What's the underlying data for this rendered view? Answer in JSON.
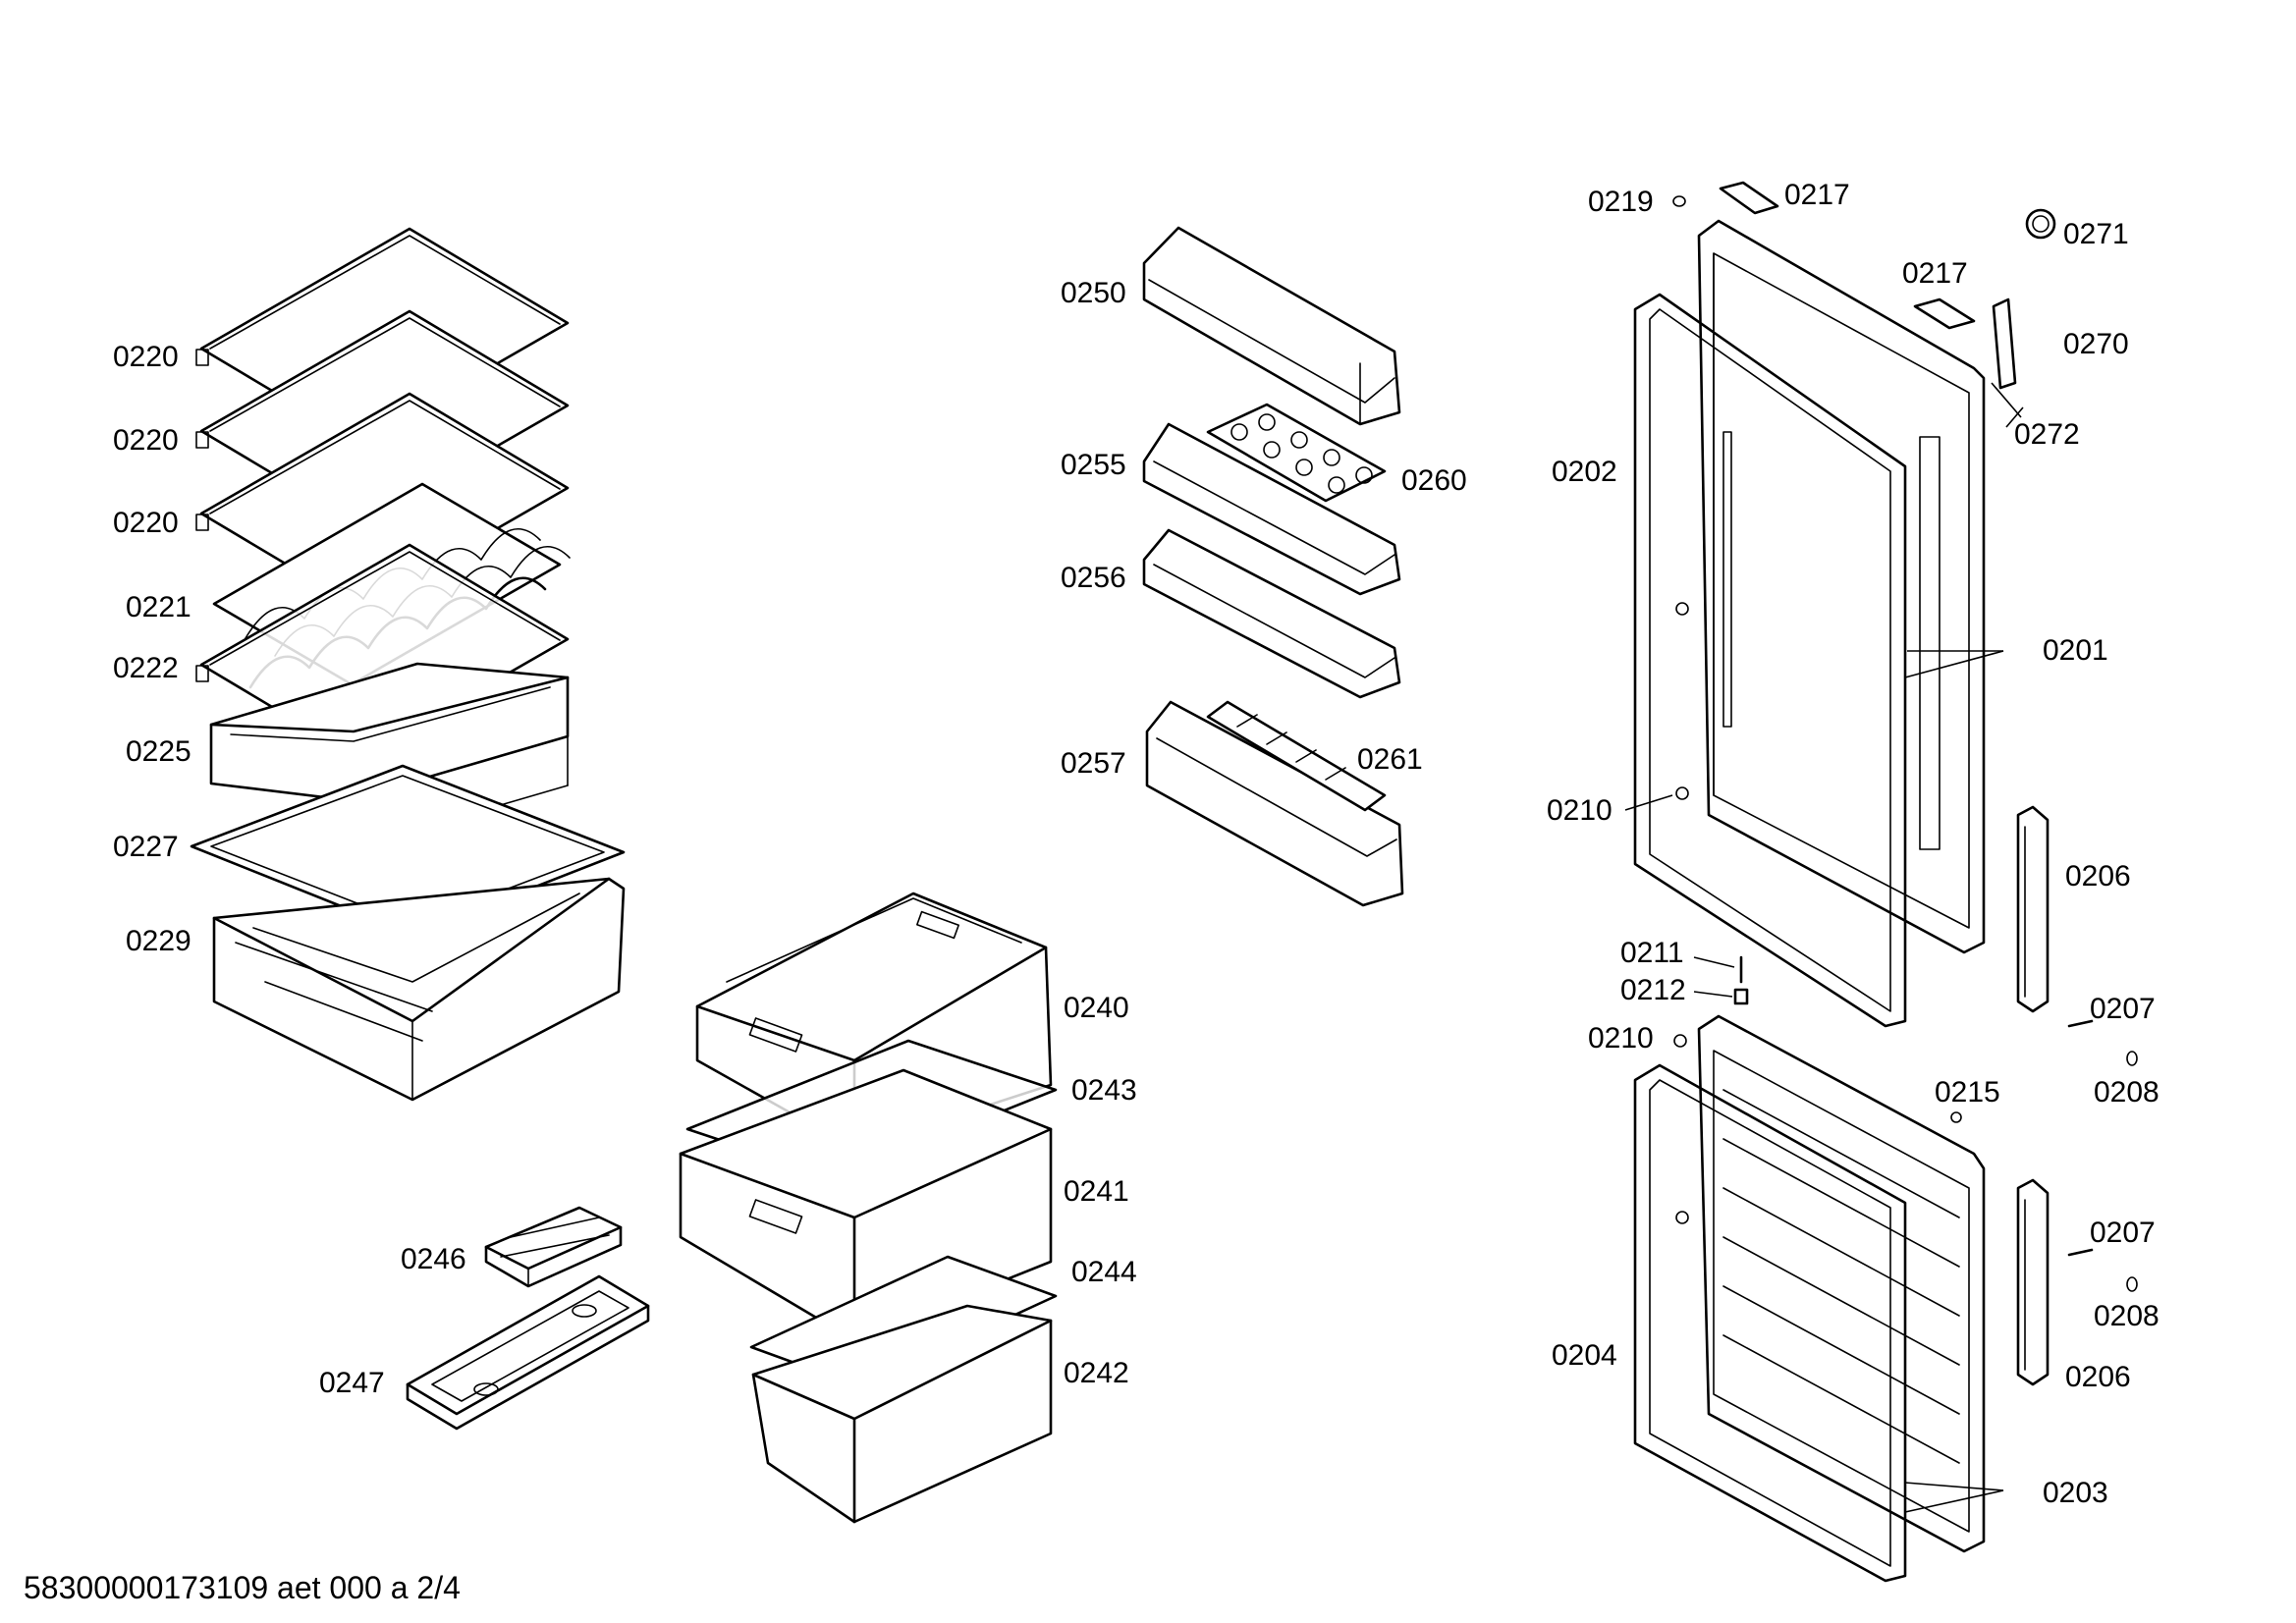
{
  "labels": {
    "c0219": "0219",
    "c0217a": "0217",
    "c0217b": "0217",
    "c0271": "0271",
    "c0270": "0270",
    "c0272": "0272",
    "c0250": "0250",
    "c0255": "0255",
    "c0260": "0260",
    "c0256": "0256",
    "c0257": "0257",
    "c0261": "0261",
    "c0220a": "0220",
    "c0220b": "0220",
    "c0220c": "0220",
    "c0221": "0221",
    "c0222": "0222",
    "c0225": "0225",
    "c0227": "0227",
    "c0229": "0229",
    "c0202": "0202",
    "c0201": "0201",
    "c0210a": "0210",
    "c0206a": "0206",
    "c0211": "0211",
    "c0212": "0212",
    "c0207a": "0207",
    "c0210b": "0210",
    "c0208a": "0208",
    "c0215": "0215",
    "c0240": "0240",
    "c0243": "0243",
    "c0241": "0241",
    "c0244": "0244",
    "c0242": "0242",
    "c0246": "0246",
    "c0247": "0247",
    "c0207b": "0207",
    "c0208b": "0208",
    "c0204": "0204",
    "c0206b": "0206",
    "c0203": "0203"
  },
  "footer": "58300000173109 aet 000 a 2/4"
}
